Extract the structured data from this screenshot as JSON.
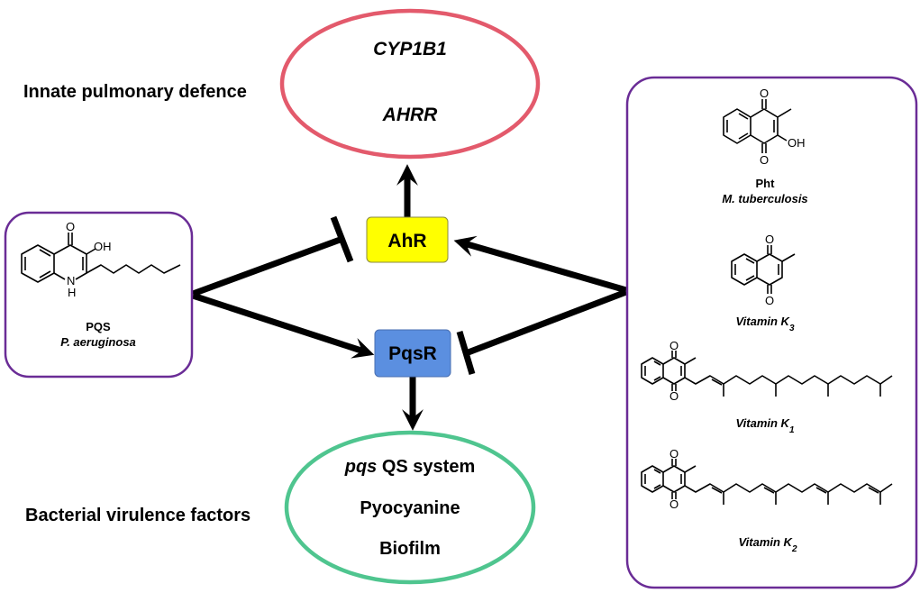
{
  "colors": {
    "ahr_fill": "#ffff00",
    "pqsr_fill": "#5b8fe0",
    "top_ellipse_stroke": "#e35a6c",
    "bottom_ellipse_stroke": "#4fc58f",
    "panel_stroke": "#6a2c96"
  },
  "left_label_top": "Innate pulmonary defence",
  "left_label_bottom": "Bacterial virulence factors",
  "top_ellipse": {
    "line1": "CYP1B1",
    "line2": "AHRR"
  },
  "bottom_ellipse": {
    "line1_italic": "pqs",
    "line1_rest": " QS system",
    "line2": "Pyocyanine",
    "line3": "Biofilm"
  },
  "ahr_box": {
    "label": "AhR"
  },
  "pqsr_box": {
    "label": "PqsR"
  },
  "pqs_panel": {
    "compound": "PQS",
    "organism": "P. aeruginosa",
    "atoms": {
      "o": "O",
      "oh": "OH",
      "nh_n": "N",
      "nh_h": "H"
    }
  },
  "right_panel": {
    "pht": {
      "name": "Pht",
      "organism": "M. tuberculosis",
      "o": "O",
      "oh": "OH"
    },
    "k3": {
      "name": "Vitamin K",
      "sub": "3",
      "o": "O"
    },
    "k1": {
      "name": "Vitamin K",
      "sub": "1",
      "o": "O"
    },
    "k2": {
      "name": "Vitamin K",
      "sub": "2",
      "o": "O"
    }
  }
}
